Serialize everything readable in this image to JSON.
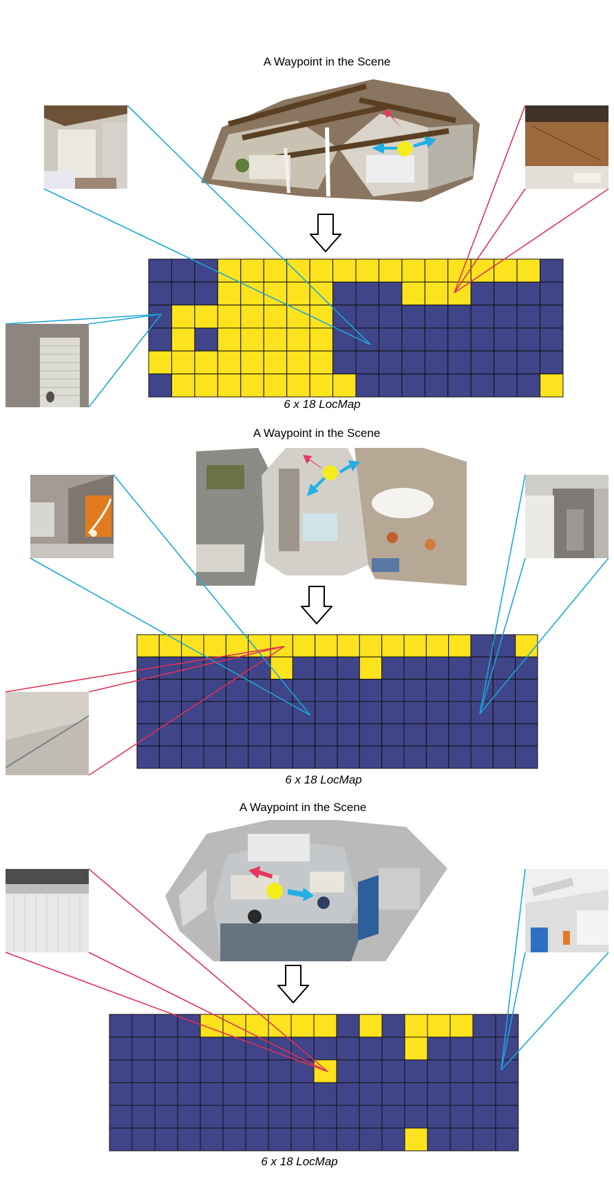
{
  "colors": {
    "free": "#FDE31E",
    "occupied": "#404488",
    "grid_line": "#111111",
    "blue_line": "#1AA7D6",
    "red_line": "#E03158",
    "marker": "#F5EC1A"
  },
  "panels": [
    {
      "title": "A Waypoint in the Scene",
      "caption": "6 x 18 LocMap",
      "locmap": [
        [
          0,
          0,
          0,
          1,
          1,
          1,
          1,
          1,
          1,
          1,
          1,
          1,
          1,
          1,
          1,
          1,
          1,
          0
        ],
        [
          0,
          0,
          0,
          1,
          1,
          1,
          1,
          1,
          0,
          0,
          0,
          1,
          1,
          1,
          0,
          0,
          0,
          0
        ],
        [
          0,
          1,
          1,
          1,
          1,
          1,
          1,
          1,
          0,
          0,
          0,
          0,
          0,
          0,
          0,
          0,
          0,
          0
        ],
        [
          0,
          1,
          0,
          1,
          1,
          1,
          1,
          1,
          0,
          0,
          0,
          0,
          0,
          0,
          0,
          0,
          0,
          0
        ],
        [
          1,
          1,
          1,
          1,
          1,
          1,
          1,
          1,
          0,
          0,
          0,
          0,
          0,
          0,
          0,
          0,
          0,
          0
        ],
        [
          0,
          1,
          1,
          1,
          1,
          1,
          1,
          1,
          1,
          0,
          0,
          0,
          0,
          0,
          0,
          0,
          0,
          1
        ]
      ]
    },
    {
      "title": "A Waypoint in the Scene",
      "caption": "6 x 18 LocMap",
      "locmap": [
        [
          1,
          1,
          1,
          1,
          1,
          1,
          1,
          1,
          1,
          1,
          1,
          1,
          1,
          1,
          1,
          0,
          0,
          1
        ],
        [
          0,
          0,
          0,
          0,
          0,
          0,
          1,
          0,
          0,
          0,
          1,
          0,
          0,
          0,
          0,
          0,
          0,
          0
        ],
        [
          0,
          0,
          0,
          0,
          0,
          0,
          0,
          0,
          0,
          0,
          0,
          0,
          0,
          0,
          0,
          0,
          0,
          0
        ],
        [
          0,
          0,
          0,
          0,
          0,
          0,
          0,
          0,
          0,
          0,
          0,
          0,
          0,
          0,
          0,
          0,
          0,
          0
        ],
        [
          0,
          0,
          0,
          0,
          0,
          0,
          0,
          0,
          0,
          0,
          0,
          0,
          0,
          0,
          0,
          0,
          0,
          0
        ],
        [
          0,
          0,
          0,
          0,
          0,
          0,
          0,
          0,
          0,
          0,
          0,
          0,
          0,
          0,
          0,
          0,
          0,
          0
        ]
      ]
    },
    {
      "title": "A Waypoint in the Scene",
      "caption": "6 x 18 LocMap",
      "locmap": [
        [
          0,
          0,
          0,
          0,
          1,
          1,
          1,
          1,
          1,
          1,
          0,
          1,
          0,
          1,
          1,
          1,
          0,
          0
        ],
        [
          0,
          0,
          0,
          0,
          0,
          0,
          0,
          0,
          0,
          0,
          0,
          0,
          0,
          1,
          0,
          0,
          0,
          0
        ],
        [
          0,
          0,
          0,
          0,
          0,
          0,
          0,
          0,
          0,
          1,
          0,
          0,
          0,
          0,
          0,
          0,
          0,
          0
        ],
        [
          0,
          0,
          0,
          0,
          0,
          0,
          0,
          0,
          0,
          0,
          0,
          0,
          0,
          0,
          0,
          0,
          0,
          0
        ],
        [
          0,
          0,
          0,
          0,
          0,
          0,
          0,
          0,
          0,
          0,
          0,
          0,
          0,
          0,
          0,
          0,
          0,
          0
        ],
        [
          0,
          0,
          0,
          0,
          0,
          0,
          0,
          0,
          0,
          0,
          0,
          0,
          0,
          1,
          0,
          0,
          0,
          0
        ]
      ]
    }
  ]
}
